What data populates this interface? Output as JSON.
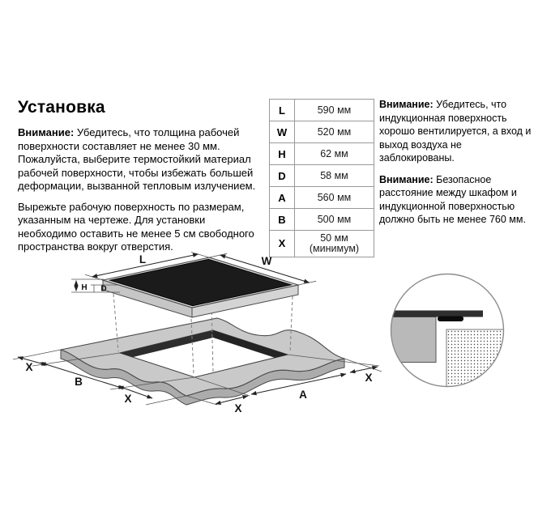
{
  "page": {
    "title": "Установка"
  },
  "left": {
    "p1_label": "Внимание:",
    "p1_text": " Убедитесь, что толщина рабочей поверхности составляет не менее 30 мм. Пожалуйста, выберите термостойкий материал рабочей поверхности, чтобы избежать большей деформации, вызванной тепловым излучением.",
    "p2_text": "Вырежьте рабочую поверхность по размерам, указанным на чертеже. Для установки необходимо оставить не менее 5 см свободного пространства вокруг отверстия."
  },
  "right": {
    "p1_label": "Внимание:",
    "p1_text": " Убедитесь, что индукционная поверхность хорошо вентилируется, а вход и выход воздуха не заблокированы.",
    "p2_label": "Внимание:",
    "p2_text": " Безопасное расстояние между шкафом и индукционной поверхностью должно быть не менее 760 мм."
  },
  "table": {
    "rows": [
      {
        "label": "L",
        "value": "590 мм"
      },
      {
        "label": "W",
        "value": "520 мм"
      },
      {
        "label": "H",
        "value": "62 мм"
      },
      {
        "label": "D",
        "value": "58 мм"
      },
      {
        "label": "A",
        "value": "560 мм"
      },
      {
        "label": "B",
        "value": "500 мм"
      },
      {
        "label": "X",
        "value": "50 мм",
        "value2": "(минимум)"
      }
    ]
  },
  "diagram": {
    "labels": {
      "l": "L",
      "w": "W",
      "h": "H",
      "d": "D",
      "a": "A",
      "b": "B",
      "x": "X"
    },
    "colors": {
      "glass": "#1b1b1b",
      "countertop": "#c9c9c9",
      "cutout_wall": "#2d2d2d"
    }
  }
}
